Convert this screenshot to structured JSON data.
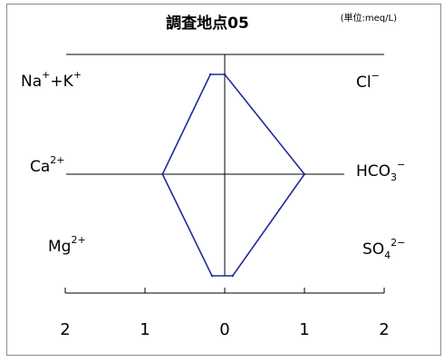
{
  "chart_data": {
    "type": "line",
    "chart_kind": "hexadiagram",
    "title": "調査地点05",
    "unit_label": "(単位:meq/L)",
    "scale": {
      "xlim": [
        -2,
        2
      ],
      "ticks": [
        2,
        1,
        0,
        1,
        2
      ]
    },
    "left_ions": [
      {
        "base": "Na",
        "sup": "+",
        "base2": "+K",
        "sup2": "+",
        "value": 0.18
      },
      {
        "base": "Ca",
        "sup": "2+",
        "value": 0.78
      },
      {
        "base": "Mg",
        "sup": "2+",
        "value": 0.16
      }
    ],
    "right_ions": [
      {
        "base": "Cl",
        "sup": "−",
        "value": 0.0
      },
      {
        "base": "HCO",
        "sub": "3",
        "sup": "−",
        "value": 1.0
      },
      {
        "base": "SO",
        "sub": "4",
        "sup": "2−",
        "value": 0.1
      }
    ],
    "line_color": "#1f2a9b",
    "grid": false
  }
}
